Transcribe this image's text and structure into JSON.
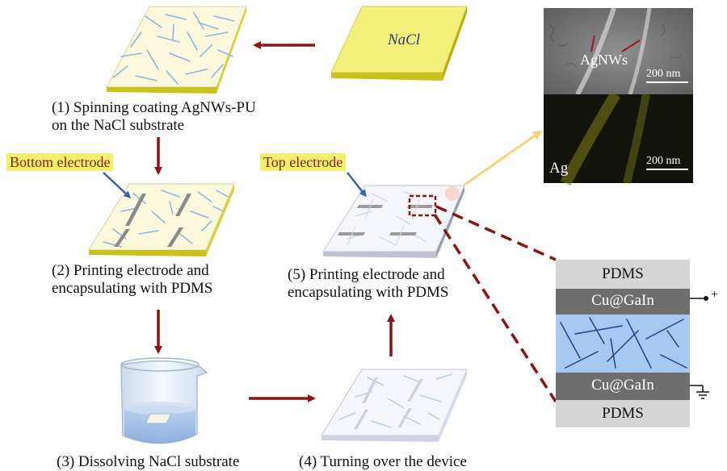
{
  "steps": {
    "s1": {
      "line1": "(1) Spinning coating AgNWs-PU",
      "line2": "on the NaCl substrate"
    },
    "s2": {
      "line1": "(2) Printing electrode and",
      "line2": "encapsulating with PDMS"
    },
    "s3": {
      "line1": "(3) Dissolving NaCl substrate"
    },
    "s4": {
      "line1": "(4) Turning over the device"
    },
    "s5": {
      "line1": "(5) Printing electrode and",
      "line2": "encapsulating with PDMS"
    }
  },
  "substrate_label": "NaCl",
  "tags": {
    "bottom": "Bottom electrode",
    "top": "Top electrode"
  },
  "sem": {
    "top_label": "AgNWs",
    "scale_top": "200 nm",
    "bottom_label": "Ag",
    "scale_bottom": "200 nm"
  },
  "stack": {
    "top_pdms": "PDMS",
    "top_electrode": "Cu@GaIn",
    "bottom_electrode": "Cu@GaIn",
    "bottom_pdms": "PDMS",
    "plus_sign": "+"
  },
  "colors": {
    "arrow": "#8b1414",
    "substrate_top": "#f2f07a",
    "substrate_side": "#c9c21c",
    "film": "#fbf8dc",
    "wire": "#8fb6de",
    "electrode": "#8a8a8a",
    "pdms_band": "#d6d6d6",
    "electrode_band": "#6e6e6e",
    "composite": "#a7c8f0",
    "tag_bg": "#f2f06a",
    "tag_text": "#8b1a1a",
    "pointer": "#f3d47a"
  }
}
